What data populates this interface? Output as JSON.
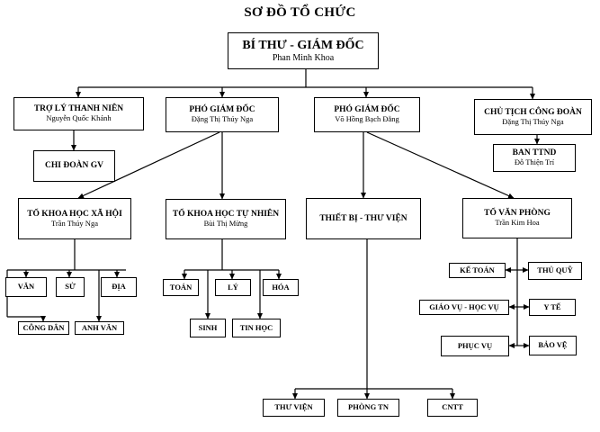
{
  "title": "SƠ ĐỒ TỔ CHỨC",
  "root": {
    "title": "BÍ THƯ - GIÁM ĐỐC",
    "name": "Phan Minh Khoa"
  },
  "level1": [
    {
      "title": "TRỢ LÝ THANH NIÊN",
      "name": "Nguyễn Quốc Khánh"
    },
    {
      "title": "PHÓ GIÁM ĐỐC",
      "name": "Đặng Thị Thúy Nga"
    },
    {
      "title": "PHÓ GIÁM ĐỐC",
      "name": "Võ Hồng Bạch Đằng"
    },
    {
      "title": "CHỦ TỊCH CÔNG ĐOÀN",
      "name": "Đặng Thị Thúy Nga"
    }
  ],
  "chi_doan": "CHI ĐOÀN GV",
  "ban_ttnd": {
    "title": "BAN TTND",
    "name": "Đỗ Thiện Trí"
  },
  "level2": [
    {
      "title": "TỔ KHOA HỌC XÃ HỘI",
      "name": "Trần Thúy Nga"
    },
    {
      "title": "TỔ KHOA HỌC TỰ NHIÊN",
      "name": "Bùi Thị Mừng"
    },
    {
      "title": "THIẾT BỊ - THƯ VIỆN",
      "name": ""
    },
    {
      "title": "TỔ VĂN PHÒNG",
      "name": "Trần Kim Hoa"
    }
  ],
  "xa_hoi_subjects": [
    "VĂN",
    "SỬ",
    "ĐỊA",
    "CÔNG DÂN",
    "ANH VĂN"
  ],
  "tu_nhien_subjects": [
    "TOÁN",
    "LÝ",
    "HÓA",
    "SINH",
    "TIN HỌC"
  ],
  "thiet_bi_units": [
    "THƯ VIỆN",
    "PHÒNG TN",
    "CNTT"
  ],
  "van_phong_units": [
    "KẾ TOÁN",
    "THỦ QUỸ",
    "GIÁO VỤ - HỌC VỤ",
    "Y TẾ",
    "PHỤC VỤ",
    "BẢO VỆ"
  ],
  "colors": {
    "line": "#000000",
    "box_border": "#000000",
    "background": "#ffffff"
  }
}
